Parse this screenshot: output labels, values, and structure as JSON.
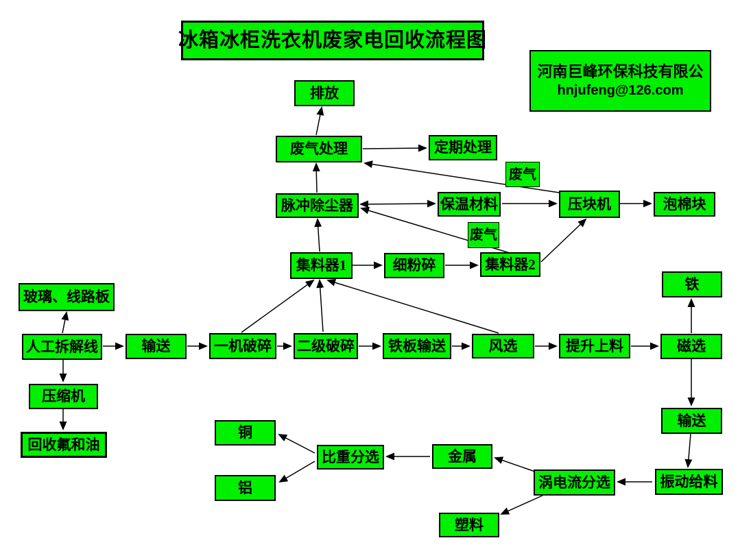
{
  "title": {
    "text": "冰箱冰柜洗衣机废家电回收流程图"
  },
  "company": {
    "name": "河南巨峰环保科技有限公",
    "email": "hnjufeng@126.com"
  },
  "colors": {
    "node_fill": "#00f000",
    "node_border": "#000000",
    "text": "#000000",
    "arrow": "#000000",
    "background": "#ffffff"
  },
  "nodes": {
    "discharge": {
      "label": "排放"
    },
    "wasteGasTreatment": {
      "label": "废气处理"
    },
    "periodicTreatment": {
      "label": "定期处理"
    },
    "wasteGasLabel1": {
      "label": "废气"
    },
    "pulseDustCollector": {
      "label": "脉冲除尘器"
    },
    "insulation": {
      "label": "保温材料"
    },
    "blockPress": {
      "label": "压块机"
    },
    "foamBlock": {
      "label": "泡棉块"
    },
    "wasteGasLabel2": {
      "label": "废气"
    },
    "collector1": {
      "label": "集料器1"
    },
    "fineCrusher": {
      "label": "细粉碎"
    },
    "collector2": {
      "label": "集料器2"
    },
    "glassCircuitBoard": {
      "label": "玻璃、线路板"
    },
    "manualDisassembly": {
      "label": "人工拆解线"
    },
    "conveyor1": {
      "label": "输送"
    },
    "primaryCrusher": {
      "label": "一机破碎"
    },
    "secondaryCrusher": {
      "label": "二级破碎"
    },
    "ironPlateConveyor": {
      "label": "铁板输送"
    },
    "airSeparation": {
      "label": "风选"
    },
    "liftingFeeder": {
      "label": "提升上料"
    },
    "magneticSeparation": {
      "label": "磁选"
    },
    "iron": {
      "label": "铁"
    },
    "compressor": {
      "label": "压缩机"
    },
    "recoverFluorineOil": {
      "label": "回收氟和油"
    },
    "conveyor2": {
      "label": "输送"
    },
    "vibratingFeeder": {
      "label": "振动给料"
    },
    "eddyCurrentSeparation": {
      "label": "涡电流分选"
    },
    "metal": {
      "label": "金属"
    },
    "plastic": {
      "label": "塑料"
    },
    "gravitySeparation": {
      "label": "比重分选"
    },
    "copper": {
      "label": "铜"
    },
    "aluminum": {
      "label": "铝"
    }
  },
  "edges": [
    {
      "from": "wasteGasTreatment",
      "to": "discharge"
    },
    {
      "from": "pulseDustCollector",
      "to": "wasteGasTreatment"
    },
    {
      "from": "collector1",
      "to": "pulseDustCollector"
    },
    {
      "from": "wasteGasTreatment",
      "to": "periodicTreatment"
    },
    {
      "from": "blockPress",
      "to": "wasteGasTreatment",
      "label": "废气"
    },
    {
      "from": "pulseDustCollector",
      "to": "insulation",
      "bidirectional": true
    },
    {
      "from": "insulation",
      "to": "blockPress"
    },
    {
      "from": "blockPress",
      "to": "foamBlock"
    },
    {
      "from": "collector2",
      "to": "pulseDustCollector",
      "label": "废气"
    },
    {
      "from": "collector1",
      "to": "fineCrusher"
    },
    {
      "from": "fineCrusher",
      "to": "collector2"
    },
    {
      "from": "collector2",
      "to": "blockPress"
    },
    {
      "from": "manualDisassembly",
      "to": "glassCircuitBoard"
    },
    {
      "from": "manualDisassembly",
      "to": "conveyor1"
    },
    {
      "from": "conveyor1",
      "to": "primaryCrusher"
    },
    {
      "from": "primaryCrusher",
      "to": "secondaryCrusher"
    },
    {
      "from": "secondaryCrusher",
      "to": "ironPlateConveyor"
    },
    {
      "from": "ironPlateConveyor",
      "to": "airSeparation"
    },
    {
      "from": "airSeparation",
      "to": "liftingFeeder"
    },
    {
      "from": "liftingFeeder",
      "to": "magneticSeparation"
    },
    {
      "from": "magneticSeparation",
      "to": "iron"
    },
    {
      "from": "primaryCrusher",
      "to": "collector1"
    },
    {
      "from": "secondaryCrusher",
      "to": "collector1"
    },
    {
      "from": "airSeparation",
      "to": "collector1"
    },
    {
      "from": "manualDisassembly",
      "to": "compressor"
    },
    {
      "from": "compressor",
      "to": "recoverFluorineOil"
    },
    {
      "from": "magneticSeparation",
      "to": "conveyor2"
    },
    {
      "from": "conveyor2",
      "to": "vibratingFeeder"
    },
    {
      "from": "vibratingFeeder",
      "to": "eddyCurrentSeparation"
    },
    {
      "from": "eddyCurrentSeparation",
      "to": "metal"
    },
    {
      "from": "eddyCurrentSeparation",
      "to": "plastic"
    },
    {
      "from": "metal",
      "to": "gravitySeparation"
    },
    {
      "from": "gravitySeparation",
      "to": "copper"
    },
    {
      "from": "gravitySeparation",
      "to": "aluminum"
    }
  ]
}
